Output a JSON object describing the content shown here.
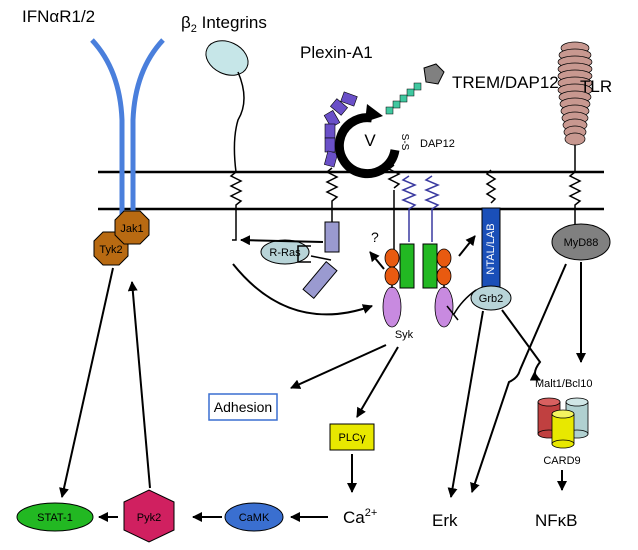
{
  "labels": {
    "ifnar": "IFNαR1/2",
    "beta2": "β",
    "beta2_sub": "2",
    "beta2_rest": " Integrins",
    "plexin": "Plexin-A1",
    "trem": "TREM/DAP12",
    "tlr": "TLR",
    "dap12": "DAP12",
    "v": "V",
    "ss": "S-S",
    "question": "?",
    "syk": "Syk",
    "malt": "Malt1/Bcl10",
    "card9": "CARD9",
    "erk": "Erk",
    "nfkb": "NFκB",
    "ca": "Ca",
    "ca_sup": "2+"
  },
  "nodes": {
    "tyk2": "Tyk2",
    "jak1": "Jak1",
    "rras": "R-Ras",
    "ntal": "NTAL/LAB",
    "grb2": "Grb2",
    "myd88": "MyD88",
    "adhesion": "Adhesion",
    "plcg": "PLCγ",
    "stat1": "STAT-1",
    "pyk2": "Pyk2",
    "camk": "CaMK"
  },
  "colors": {
    "ifnar_chain": "#4a7fdc",
    "integrin": "#c6e6e8",
    "tyk2": "#b86a12",
    "jak1": "#b86a12",
    "rras": "#b8d4d8",
    "ntal": "#1a4fb8",
    "grb2": "#b8d4d8",
    "myd88": "#808080",
    "adhesion_border": "#3a6fd0",
    "plcg": "#e8e800",
    "stat1": "#22b822",
    "pyk2": "#d02060",
    "camk": "#3a6fd0",
    "syk": "#c88ae0",
    "itam_green": "#22b822",
    "itam_orange": "#e85a10",
    "plexin": "#6a50c8",
    "tlr": "#c89890",
    "trem_head": "#808080",
    "trem_chain": "#40c8a0",
    "malt": "#c04040",
    "bcl10": "#b0d0d0",
    "card9_c": "#e8e800"
  }
}
